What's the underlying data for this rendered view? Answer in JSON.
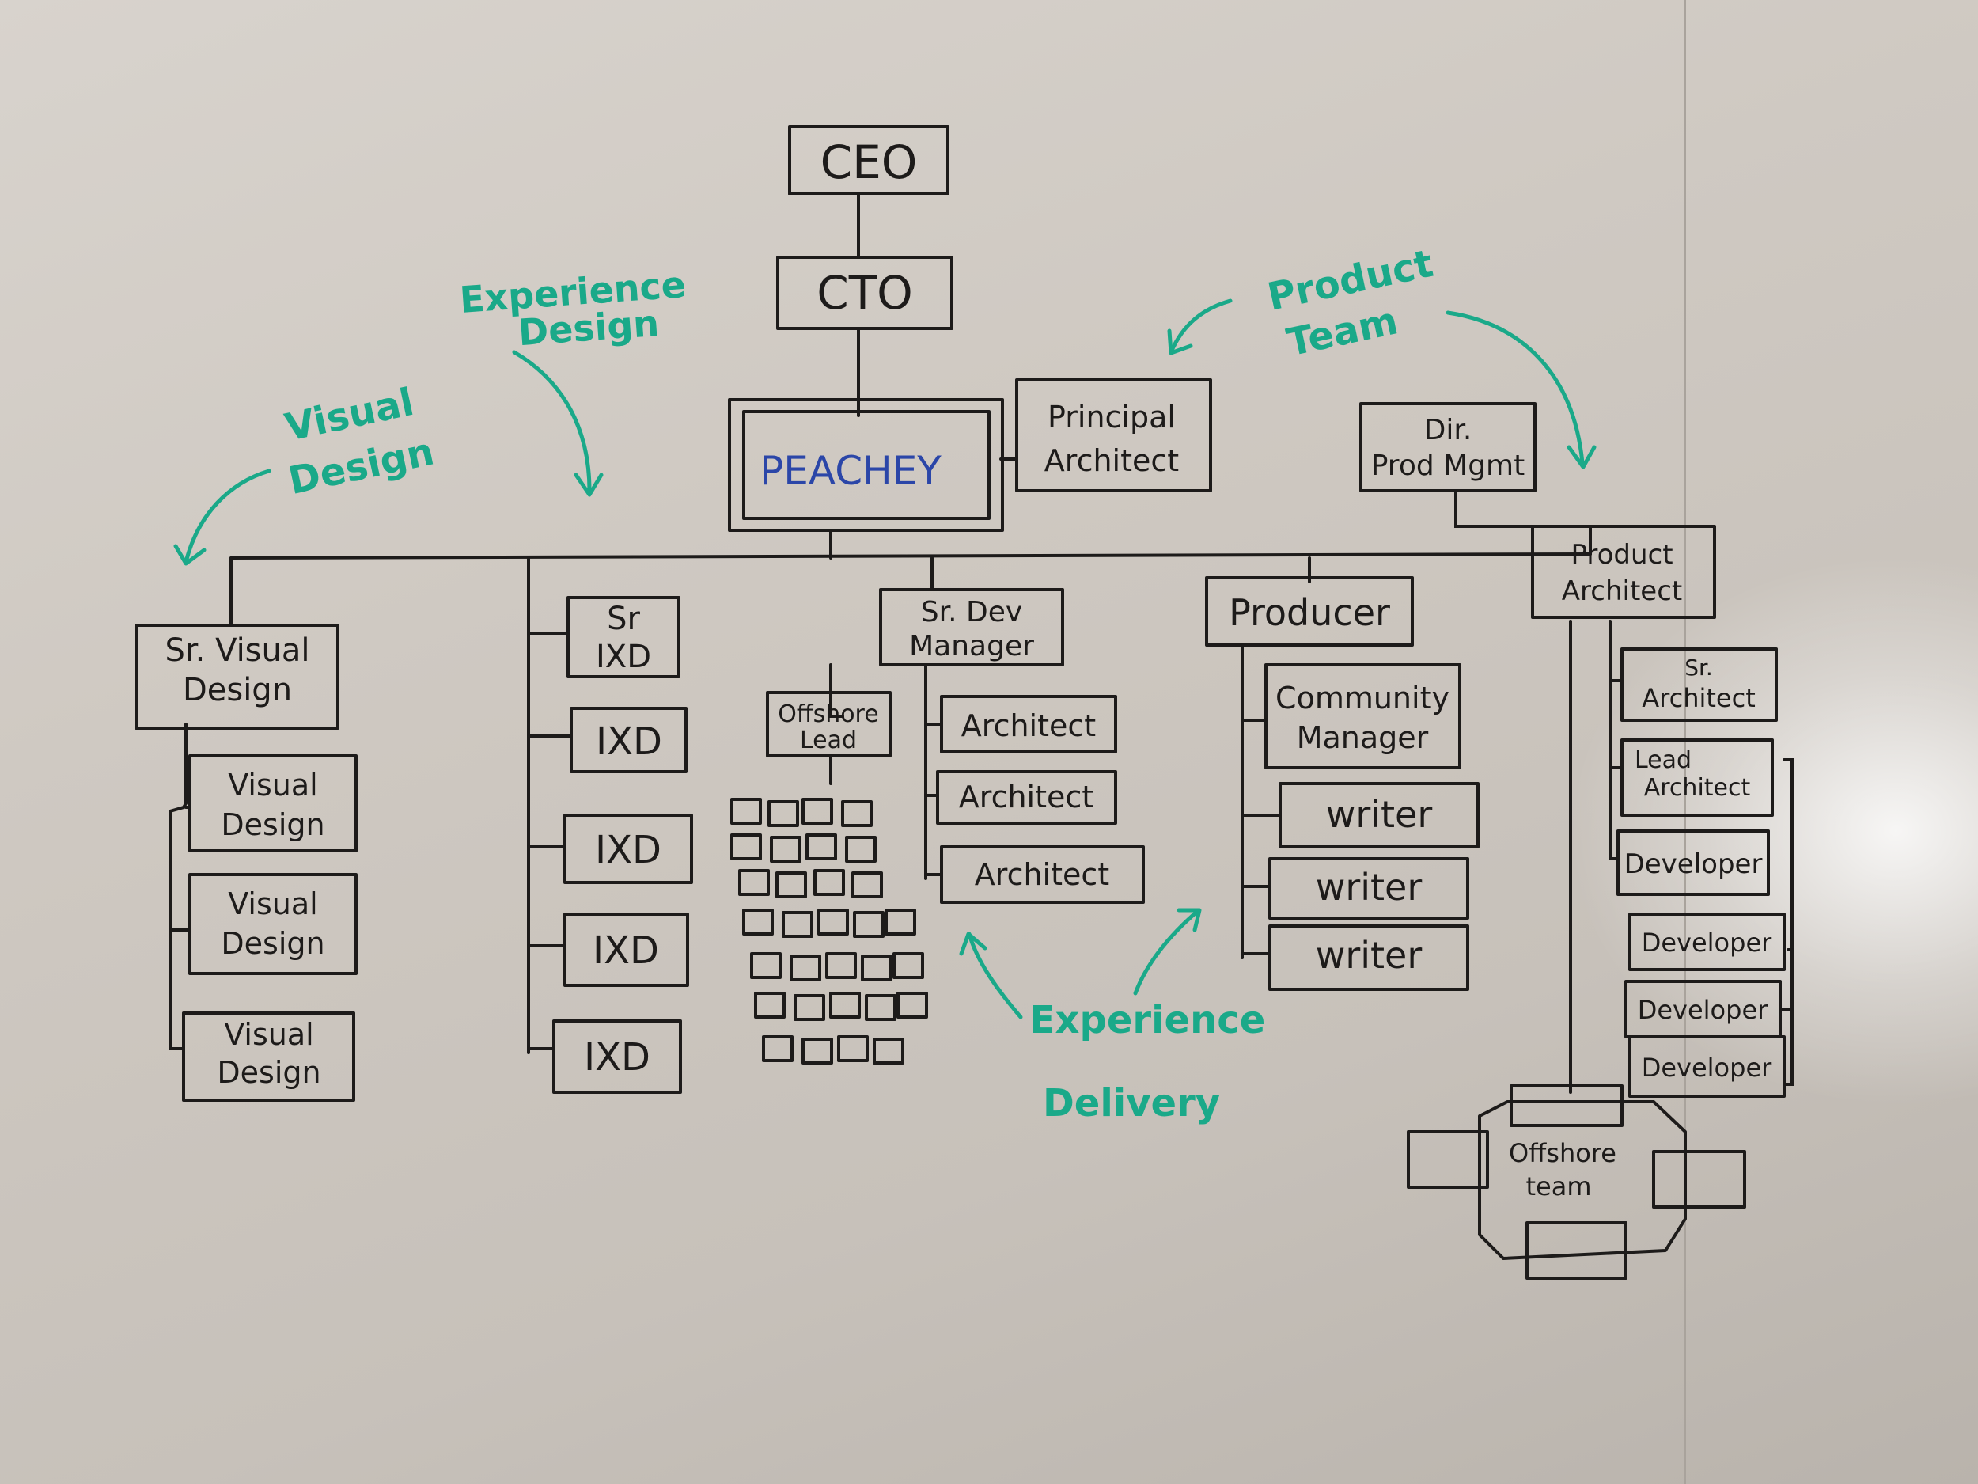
{
  "nodes": {
    "ceo": "CEO",
    "cto": "CTO",
    "peachey": "PEACHEY",
    "principal_architect": [
      "Principal",
      "Architect"
    ],
    "dir_prod_mgmt": [
      "Dir.",
      "Prod Mgmt"
    ],
    "sr_visual_design": [
      "Sr. Visual",
      "Design"
    ],
    "visual_design": [
      "Visual",
      "Design"
    ],
    "sr_ixd": [
      "Sr",
      "IXD"
    ],
    "ixd": "IXD",
    "sr_dev_manager": [
      "Sr. Dev",
      "Manager"
    ],
    "offshore_lead": [
      "Offshore",
      "Lead"
    ],
    "architect": "Architect",
    "producer": "Producer",
    "community_manager": [
      "Community",
      "Manager"
    ],
    "writer": "writer",
    "product_architect": [
      "Product",
      "Architect"
    ],
    "sr_architect": [
      "Sr.",
      "Architect"
    ],
    "lead_architect": [
      "Lead",
      "Architect"
    ],
    "developer": "Developer",
    "offshore_team": [
      "Offshore",
      "team"
    ]
  },
  "annotations": {
    "visual_design": [
      "Visual",
      "Design"
    ],
    "experience_design": [
      "Experience",
      "Design"
    ],
    "product_team": [
      "Product",
      "Team"
    ],
    "experience_delivery": [
      "Experience",
      "Delivery"
    ]
  },
  "colors": {
    "marker_black": "#1d1b1a",
    "marker_green": "#1aa989",
    "marker_blue": "#2b46a8",
    "board": "#d2ccc5"
  }
}
